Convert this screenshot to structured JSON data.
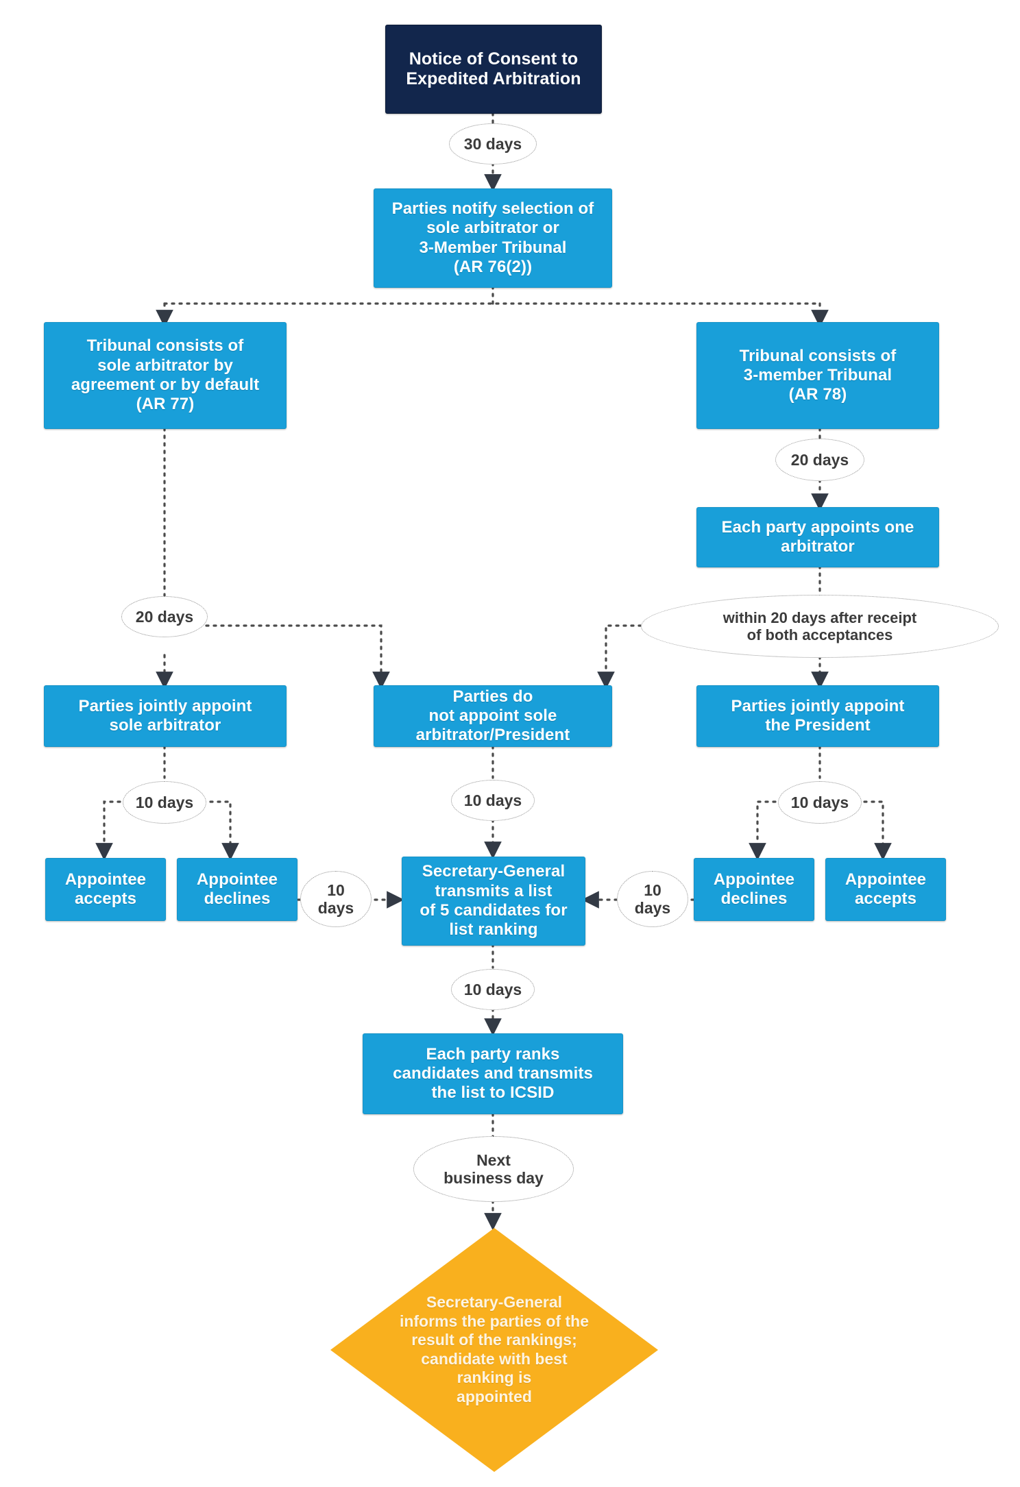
{
  "diagram": {
    "title": "ICSID Expedited Arbitration - Tribunal Constitution Flowchart",
    "colors": {
      "start_fill": "#12264C",
      "process_fill": "#199FD9",
      "decision_fill": "#F9B01E",
      "edge": "#4a4a4a",
      "label_text": "#3b3b3b",
      "background": "#FFFFFF"
    },
    "nodes": {
      "start": {
        "label": "Notice of Consent to\nExpedited Arbitration",
        "shape": "rectangle"
      },
      "notify_selection": {
        "label": "Parties notify selection of\nsole arbitrator or\n3-Member Tribunal\n(AR 76(2))",
        "shape": "rectangle"
      },
      "sole_arbitrator_branch": {
        "label": "Tribunal consists of\nsole arbitrator by\nagreement or by default\n(AR 77)",
        "shape": "rectangle"
      },
      "three_member_branch": {
        "label": "Tribunal consists of\n3-member Tribunal\n(AR 78)",
        "shape": "rectangle"
      },
      "each_party_appoints": {
        "label": "Each party appoints one\narbitrator",
        "shape": "rectangle"
      },
      "jointly_appoint_sole": {
        "label": "Parties jointly appoint\nsole arbitrator",
        "shape": "rectangle"
      },
      "do_not_appoint": {
        "label": "Parties do\nnot appoint sole\narbitrator/President",
        "shape": "rectangle"
      },
      "jointly_appoint_president": {
        "label": "Parties jointly appoint\nthe President",
        "shape": "rectangle"
      },
      "left_appointee_accepts": {
        "label": "Appointee\naccepts",
        "shape": "rectangle"
      },
      "left_appointee_declines": {
        "label": "Appointee\ndeclines",
        "shape": "rectangle"
      },
      "sg_transmits_list": {
        "label": "Secretary-General\ntransmits a list\nof 5 candidates for\nlist ranking",
        "shape": "rectangle"
      },
      "right_appointee_declines": {
        "label": "Appointee\ndeclines",
        "shape": "rectangle"
      },
      "right_appointee_accepts": {
        "label": "Appointee\naccepts",
        "shape": "rectangle"
      },
      "each_party_ranks": {
        "label": "Each party ranks\ncandidates and transmits\nthe list to ICSID",
        "shape": "rectangle"
      },
      "sg_informs_result": {
        "label": "Secretary-General\ninforms the parties of the\nresult of the rankings;\ncandidate with best\nranking is\nappointed",
        "shape": "diamond"
      }
    },
    "edge_labels": {
      "start_to_notify": "30 days",
      "three_member_to_each_party": "20 days",
      "each_party_to_president": "within 20 days after receipt\nof both acceptances",
      "sole_branch_to_joint": "20 days",
      "left_joint_to_appointee": "10 days",
      "center_do_not_appoint_to_sg": "10 days",
      "right_joint_to_appointee": "10 days",
      "left_declines_to_sg": "10\ndays",
      "right_declines_to_sg": "10\ndays",
      "sg_to_ranks": "10 days",
      "ranks_to_result": "Next\nbusiness day"
    }
  }
}
